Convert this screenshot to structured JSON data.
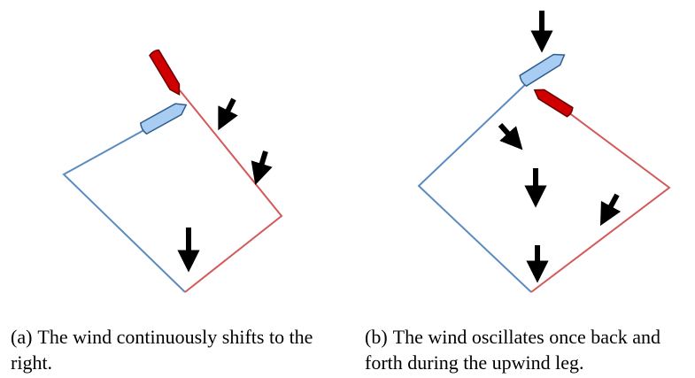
{
  "colors": {
    "blue_boat_fill": "#a9cdf2",
    "blue_boat_stroke": "#2f5e8e",
    "blue_track": "#5b8cc0",
    "red_boat_fill": "#d10000",
    "red_boat_stroke": "#6a0000",
    "red_track": "#d45a5a",
    "wind_arrow": "#000000",
    "caption_text": "#000000"
  },
  "icons": {
    "boat": "sailboat-hull-icon",
    "wind": "wind-arrow-icon"
  },
  "panels": [
    {
      "id": "a",
      "caption_tag": "(a)",
      "caption_text": "The wind continuously shifts to the right."
    },
    {
      "id": "b",
      "caption_tag": "(b)",
      "caption_text": "The wind oscillates once back and forth during the upwind leg."
    }
  ]
}
